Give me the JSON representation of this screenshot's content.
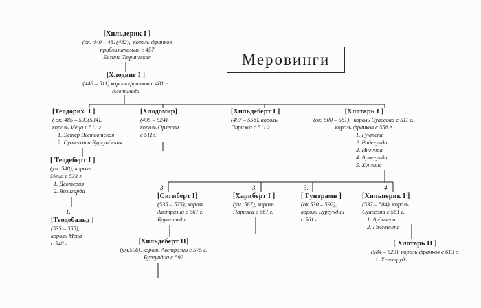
{
  "title": "Меровинги",
  "generation_labels": {
    "theudebald_mother": "1.",
    "sigebert_mother": "3.",
    "charibert_mother": "3.",
    "guntram_mother": "3.",
    "chilperic_mother": "4."
  },
  "persons": {
    "childeric1": {
      "name": "[Хильдерик I ]",
      "details": [
        "(ок. 440 – 481(482),  король франков",
        "приблизительно с 457",
        "Базина Тюрингская"
      ]
    },
    "clovis1": {
      "name": "[Хлодвиг I ]",
      "details": [
        "(446 – 511) король франков с 481 г.",
        "Клотильда"
      ]
    },
    "theodoric1": {
      "name": "[Теодорих  I ]",
      "details": [
        "( ок. 485 – 533(534),",
        "король Меца с 511 г."
      ],
      "wives": [
        "1. Эстер Вестготская",
        "2. Суавегота Бургундская"
      ]
    },
    "chlodomer": {
      "name": "[Хлодомир]",
      "details": [
        "(495 – 524),",
        "король Орлеана",
        "с 511г."
      ]
    },
    "childebert1": {
      "name": "[Хильдеберт I ]",
      "details": [
        "(497 – 558), король",
        "Парижа с 511 г."
      ]
    },
    "chlothar1": {
      "name": "[Хлотарь I ]",
      "details": [
        "(ок. 500 – 561),  король Суассона с 511 г.,",
        "король франков с 558 г."
      ],
      "wives": [
        "1. Гунтека",
        "2. Радегунда",
        "3. Ингунда",
        "4. Арнегунда",
        "5. Хунзина"
      ]
    },
    "theudebert1": {
      "name": "[ Теодеберт I ]",
      "details": [
        "(ум. 548), король",
        "Меца с 533 г."
      ],
      "wives": [
        "1. Деотерия",
        "2. Визигарда"
      ]
    },
    "theudebald": {
      "name": "[Теодебальд ]",
      "details": [
        "(535 – 555),",
        "король Меца",
        "с 548 г."
      ]
    },
    "sigebert1": {
      "name": "[Сигиберт I]",
      "details": [
        "(535 – 575), король",
        "Австразии с 561 г.",
        "Брунгильда"
      ]
    },
    "charibert1": {
      "name": "[Хариберт I ]",
      "details": [
        "(ум. 567), король",
        "Парижа с 561 г."
      ]
    },
    "guntram": {
      "name": "[ Гунтрамн ]",
      "details": [
        "(ок.530 – 592),",
        "король Бургундии",
        "с 561 г."
      ]
    },
    "chilperic1": {
      "name": "[Хильперик I ]",
      "details": [
        "(537 – 584), король",
        "Суассона с 561 г."
      ],
      "wives": [
        "1. Аудовера",
        "2. Галсвинта"
      ]
    },
    "childebert2": {
      "name": "[Хильдеберт II]",
      "details": [
        "(ум.596), король Австразии с 575 г.",
        "Бургундии с 592"
      ]
    },
    "chlothar2": {
      "name": "[ Хлотарь II ]",
      "details": [
        "(584 – 629), король франков с 613 г."
      ],
      "wives": [
        "1. Хельтруда"
      ]
    }
  }
}
